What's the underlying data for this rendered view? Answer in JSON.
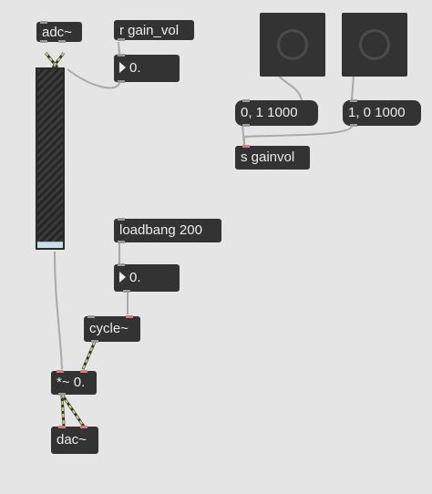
{
  "objects": {
    "adc": "adc~",
    "receive_gain": "r gain_vol",
    "number_top": "0.",
    "msg_fade_up": "0, 1 1000",
    "msg_fade_down": "1, 0 1000",
    "send_gain": "s gainvol",
    "loadbang": "loadbang 200",
    "number_mid": "0.",
    "cycle": "cycle~",
    "multiply": "*~ 0.",
    "dac": "dac~"
  },
  "colors": {
    "background": "#e5e5e5",
    "object": "#333333",
    "text": "#ececec",
    "audio_cord": "#c9d36b",
    "control_cord": "#a9a9a9",
    "slider_knob": "#c7dfe9"
  },
  "icons": {
    "button_left": "circle-button-icon",
    "button_right": "circle-button-icon"
  }
}
